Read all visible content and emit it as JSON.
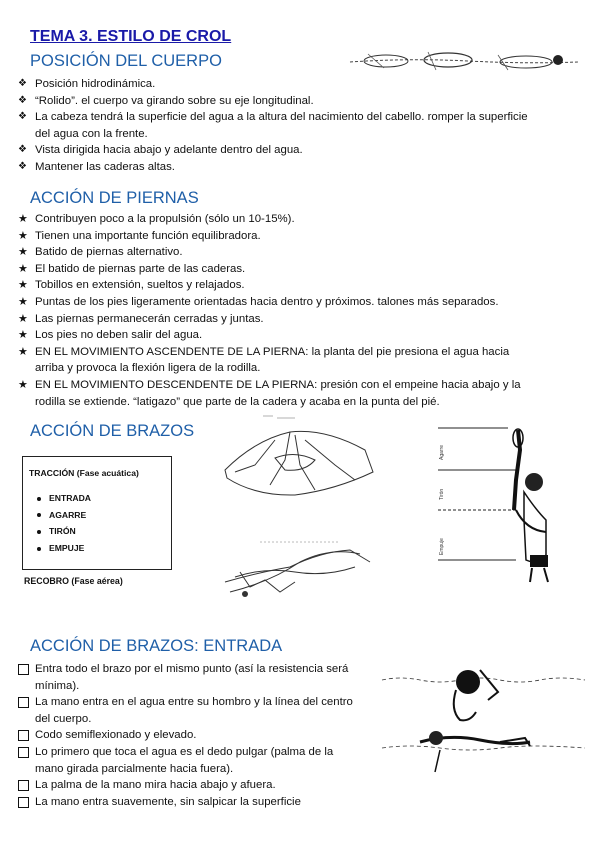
{
  "title": "TEMA 3. ESTILO DE CROL",
  "sections": {
    "posicion": {
      "heading": "POSICIÓN DEL CUERPO",
      "items": [
        "Posición hidrodinámica.",
        "“Rolido”. el cuerpo va girando sobre su eje longitudinal.",
        "La cabeza tendrá la superficie del agua a la altura del nacimiento del cabello. romper la superficie",
        "del agua con la frente.",
        "Vista dirigida hacia abajo y adelante dentro del agua.",
        "Mantener las caderas altas."
      ]
    },
    "piernas": {
      "heading": "ACCIÓN DE PIERNAS",
      "items": [
        "Contribuyen poco a la propulsión (sólo un 10-15%).",
        "Tienen una importante función equilibradora.",
        "Batido de piernas alternativo.",
        "El batido de piernas parte de las caderas.",
        "Tobillos en extensión, sueltos y relajados.",
        "Puntas de los pies ligeramente orientadas hacia dentro y próximos. talones más separados.",
        "Las piernas permanecerán cerradas y juntas.",
        "Los pies no deben salir del agua.",
        "EN EL MOVIMIENTO ASCENDENTE DE LA PIERNA: la planta del pie presiona el agua hacia",
        "arriba y provoca la flexión ligera de la rodilla.",
        "EN EL MOVIMIENTO DESCENDENTE DE LA PIERNA: presión con el empeine hacia abajo y la",
        "rodilla se extiende. “latigazo” que parte de la cadera y acaba en la punta del pié."
      ]
    },
    "brazos": {
      "heading": "ACCIÓN DE BRAZOS",
      "traccion_title": "TRACCIÓN (Fase acuática)",
      "phases": [
        "ENTRADA",
        "AGARRE",
        "TIRÓN",
        "EMPUJE"
      ],
      "recobro": "RECOBRO (Fase aérea)",
      "figure_labels": [
        "Agarre",
        "Tirón",
        "Empuje"
      ]
    },
    "entrada": {
      "heading": "ACCIÓN DE BRAZOS: ENTRADA",
      "items": [
        "Entra todo el brazo por el mismo punto (así la resistencia será",
        "mínima).",
        "La mano entra en el agua entre su hombro y la línea del centro",
        "del cuerpo.",
        "Codo semiflexionado y elevado.",
        "Lo primero que toca el agua es el dedo pulgar (palma de la",
        "mano girada parcialmente hacia fuera).",
        "La palma de la mano mira hacia abajo y afuera.",
        "La mano entra suavemente, sin salpicar la superficie"
      ]
    }
  }
}
